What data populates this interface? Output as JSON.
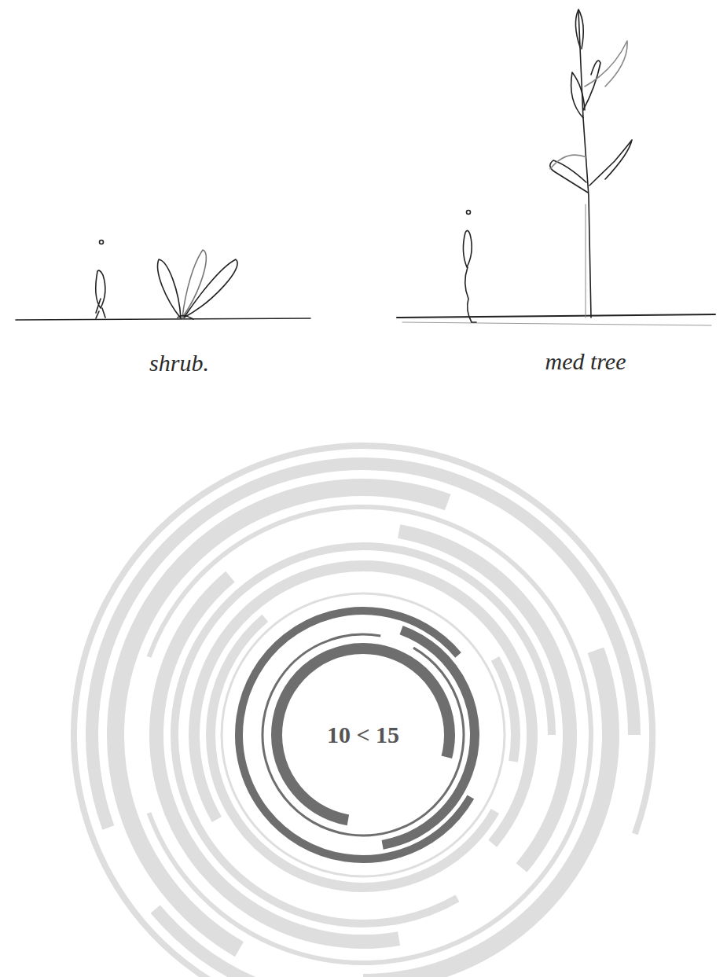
{
  "diagram": {
    "nodes": [
      {
        "text": [
          "10 < 15"
        ]
      }
    ],
    "labels": [
      "shrub.",
      "med tree"
    ]
  }
}
